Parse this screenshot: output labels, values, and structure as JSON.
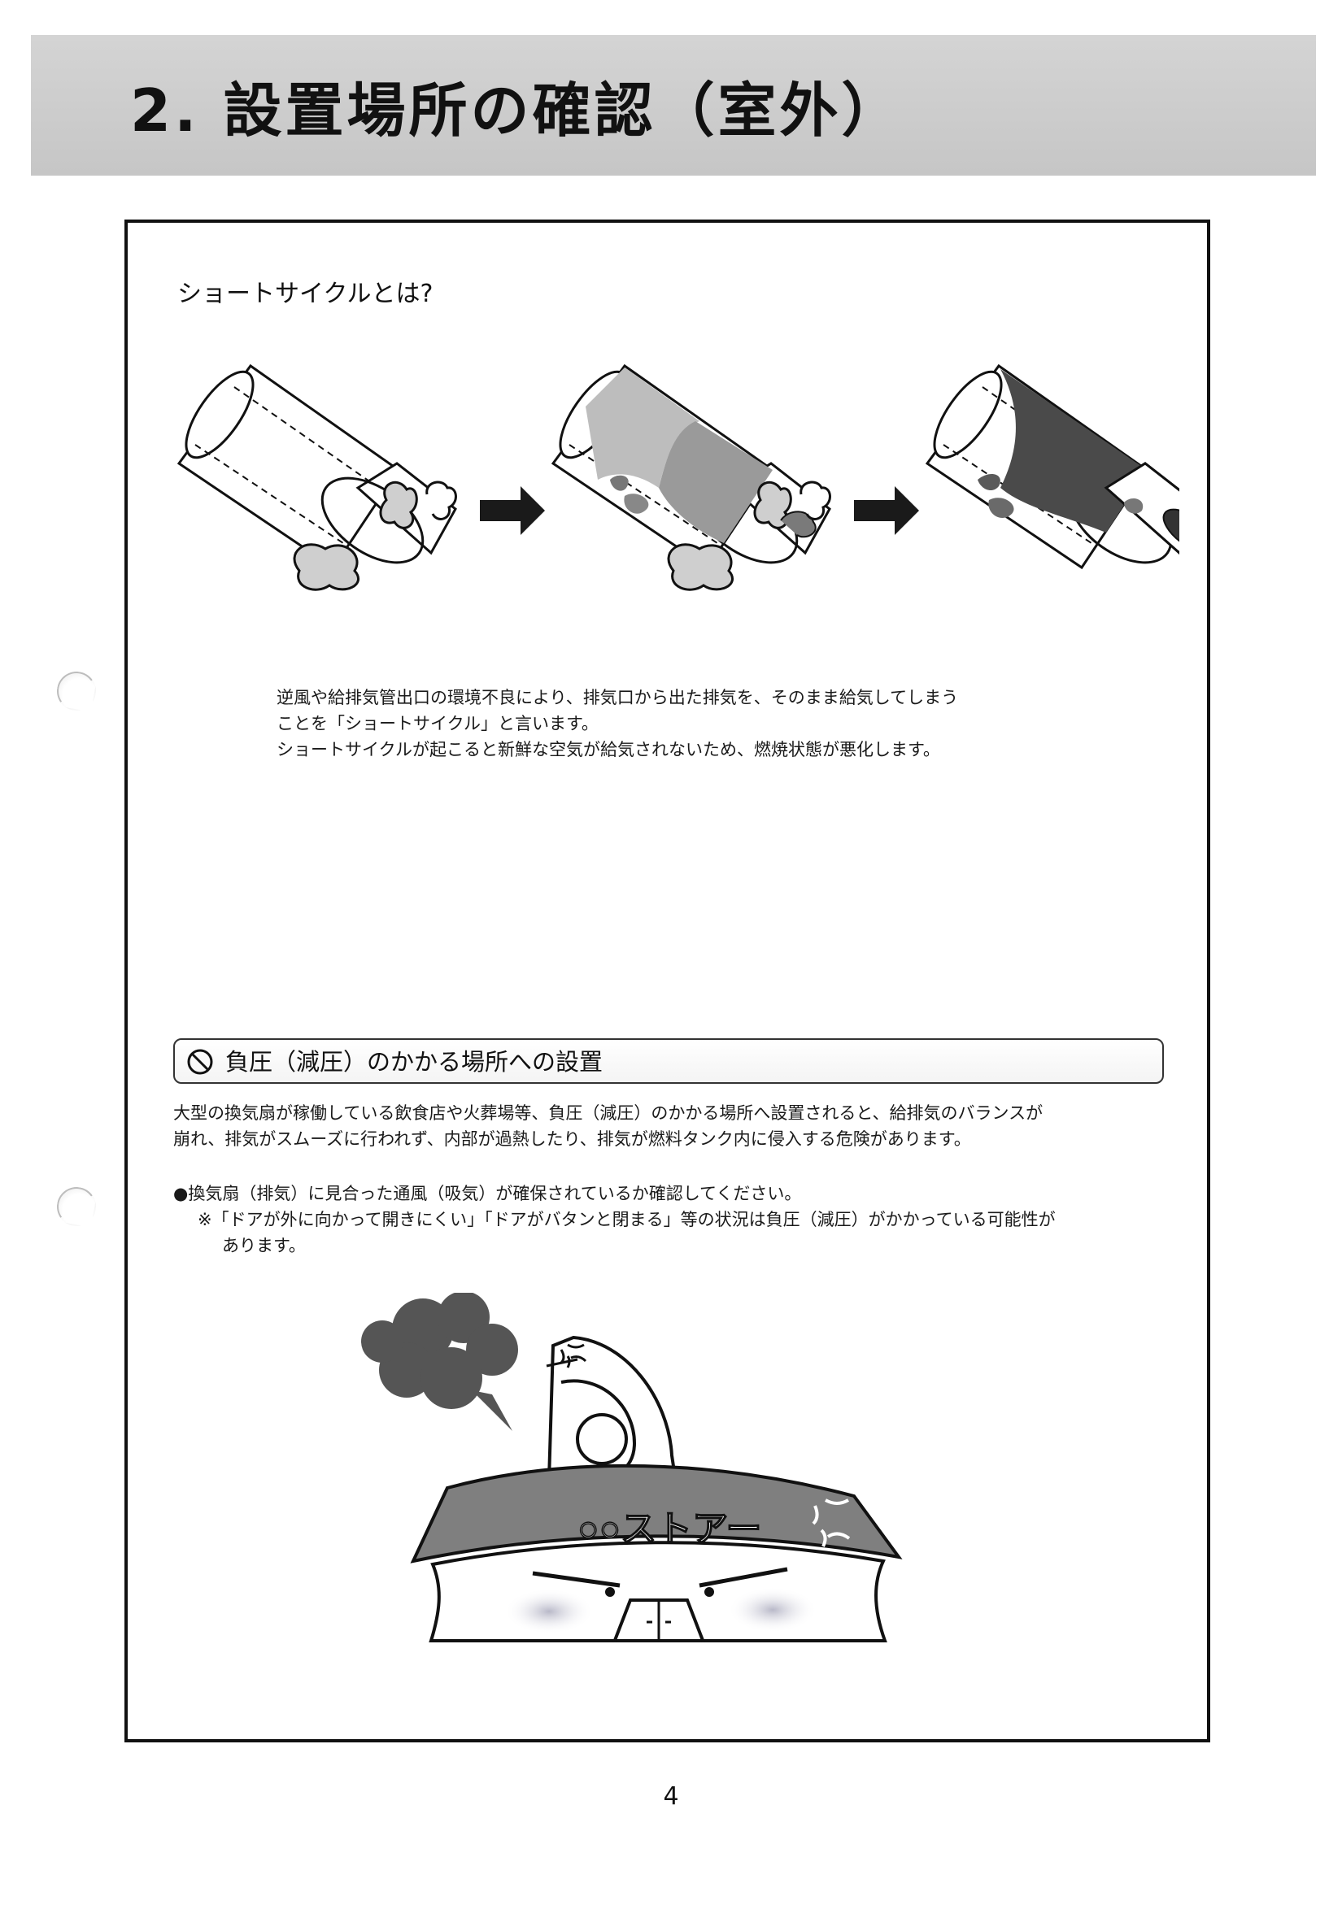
{
  "header": {
    "title": "2. 設置場所の確認（室外）"
  },
  "short_cycle": {
    "subtitle": "ショートサイクルとは?",
    "paragraph_lines": [
      "逆風や給排気管出口の環境不良により、排気口から出た排気を、そのまま給気してしまう",
      "ことを「ショートサイクル」と言います。",
      "ショートサイクルが起こると新鮮な空気が給気されないため、燃焼状態が悪化します。"
    ]
  },
  "negative_pressure": {
    "heading": "負圧（減圧）のかかる場所への設置",
    "paragraph_lines": [
      "大型の換気扇が稼働している飲食店や火葬場等、負圧（減圧）のかかる場所へ設置されると、給排気のバランスが",
      "崩れ、排気がスムーズに行われず、内部が過熱したり、排気が燃料タンク内に侵入する危険があります。"
    ],
    "check_item": "●換気扇（排気）に見合った通風（吸気）が確保されているか確認してください。",
    "note_lines": [
      "※「ドアが外に向かって開きにくい」「ドアがバタンと閉まる」等の状況は負圧（減圧）がかかっている可能性が",
      "あります。"
    ],
    "store_sign": "○○ストアー"
  },
  "footer": {
    "page_number": "4"
  },
  "colors": {
    "header_band": "#cfcfcf",
    "smoke_light": "#bdbdbd",
    "smoke_mid": "#8a8a8a",
    "smoke_dark": "#4a4a4a",
    "roof": "#7f7f7f",
    "cloud": "#555555",
    "cheek": "#c9c9d3"
  },
  "icons": [
    "prohibit-icon",
    "arrow-right-icon",
    "anger-mark-icon",
    "exhaust-fan-icon",
    "smoke-cloud-icon"
  ]
}
